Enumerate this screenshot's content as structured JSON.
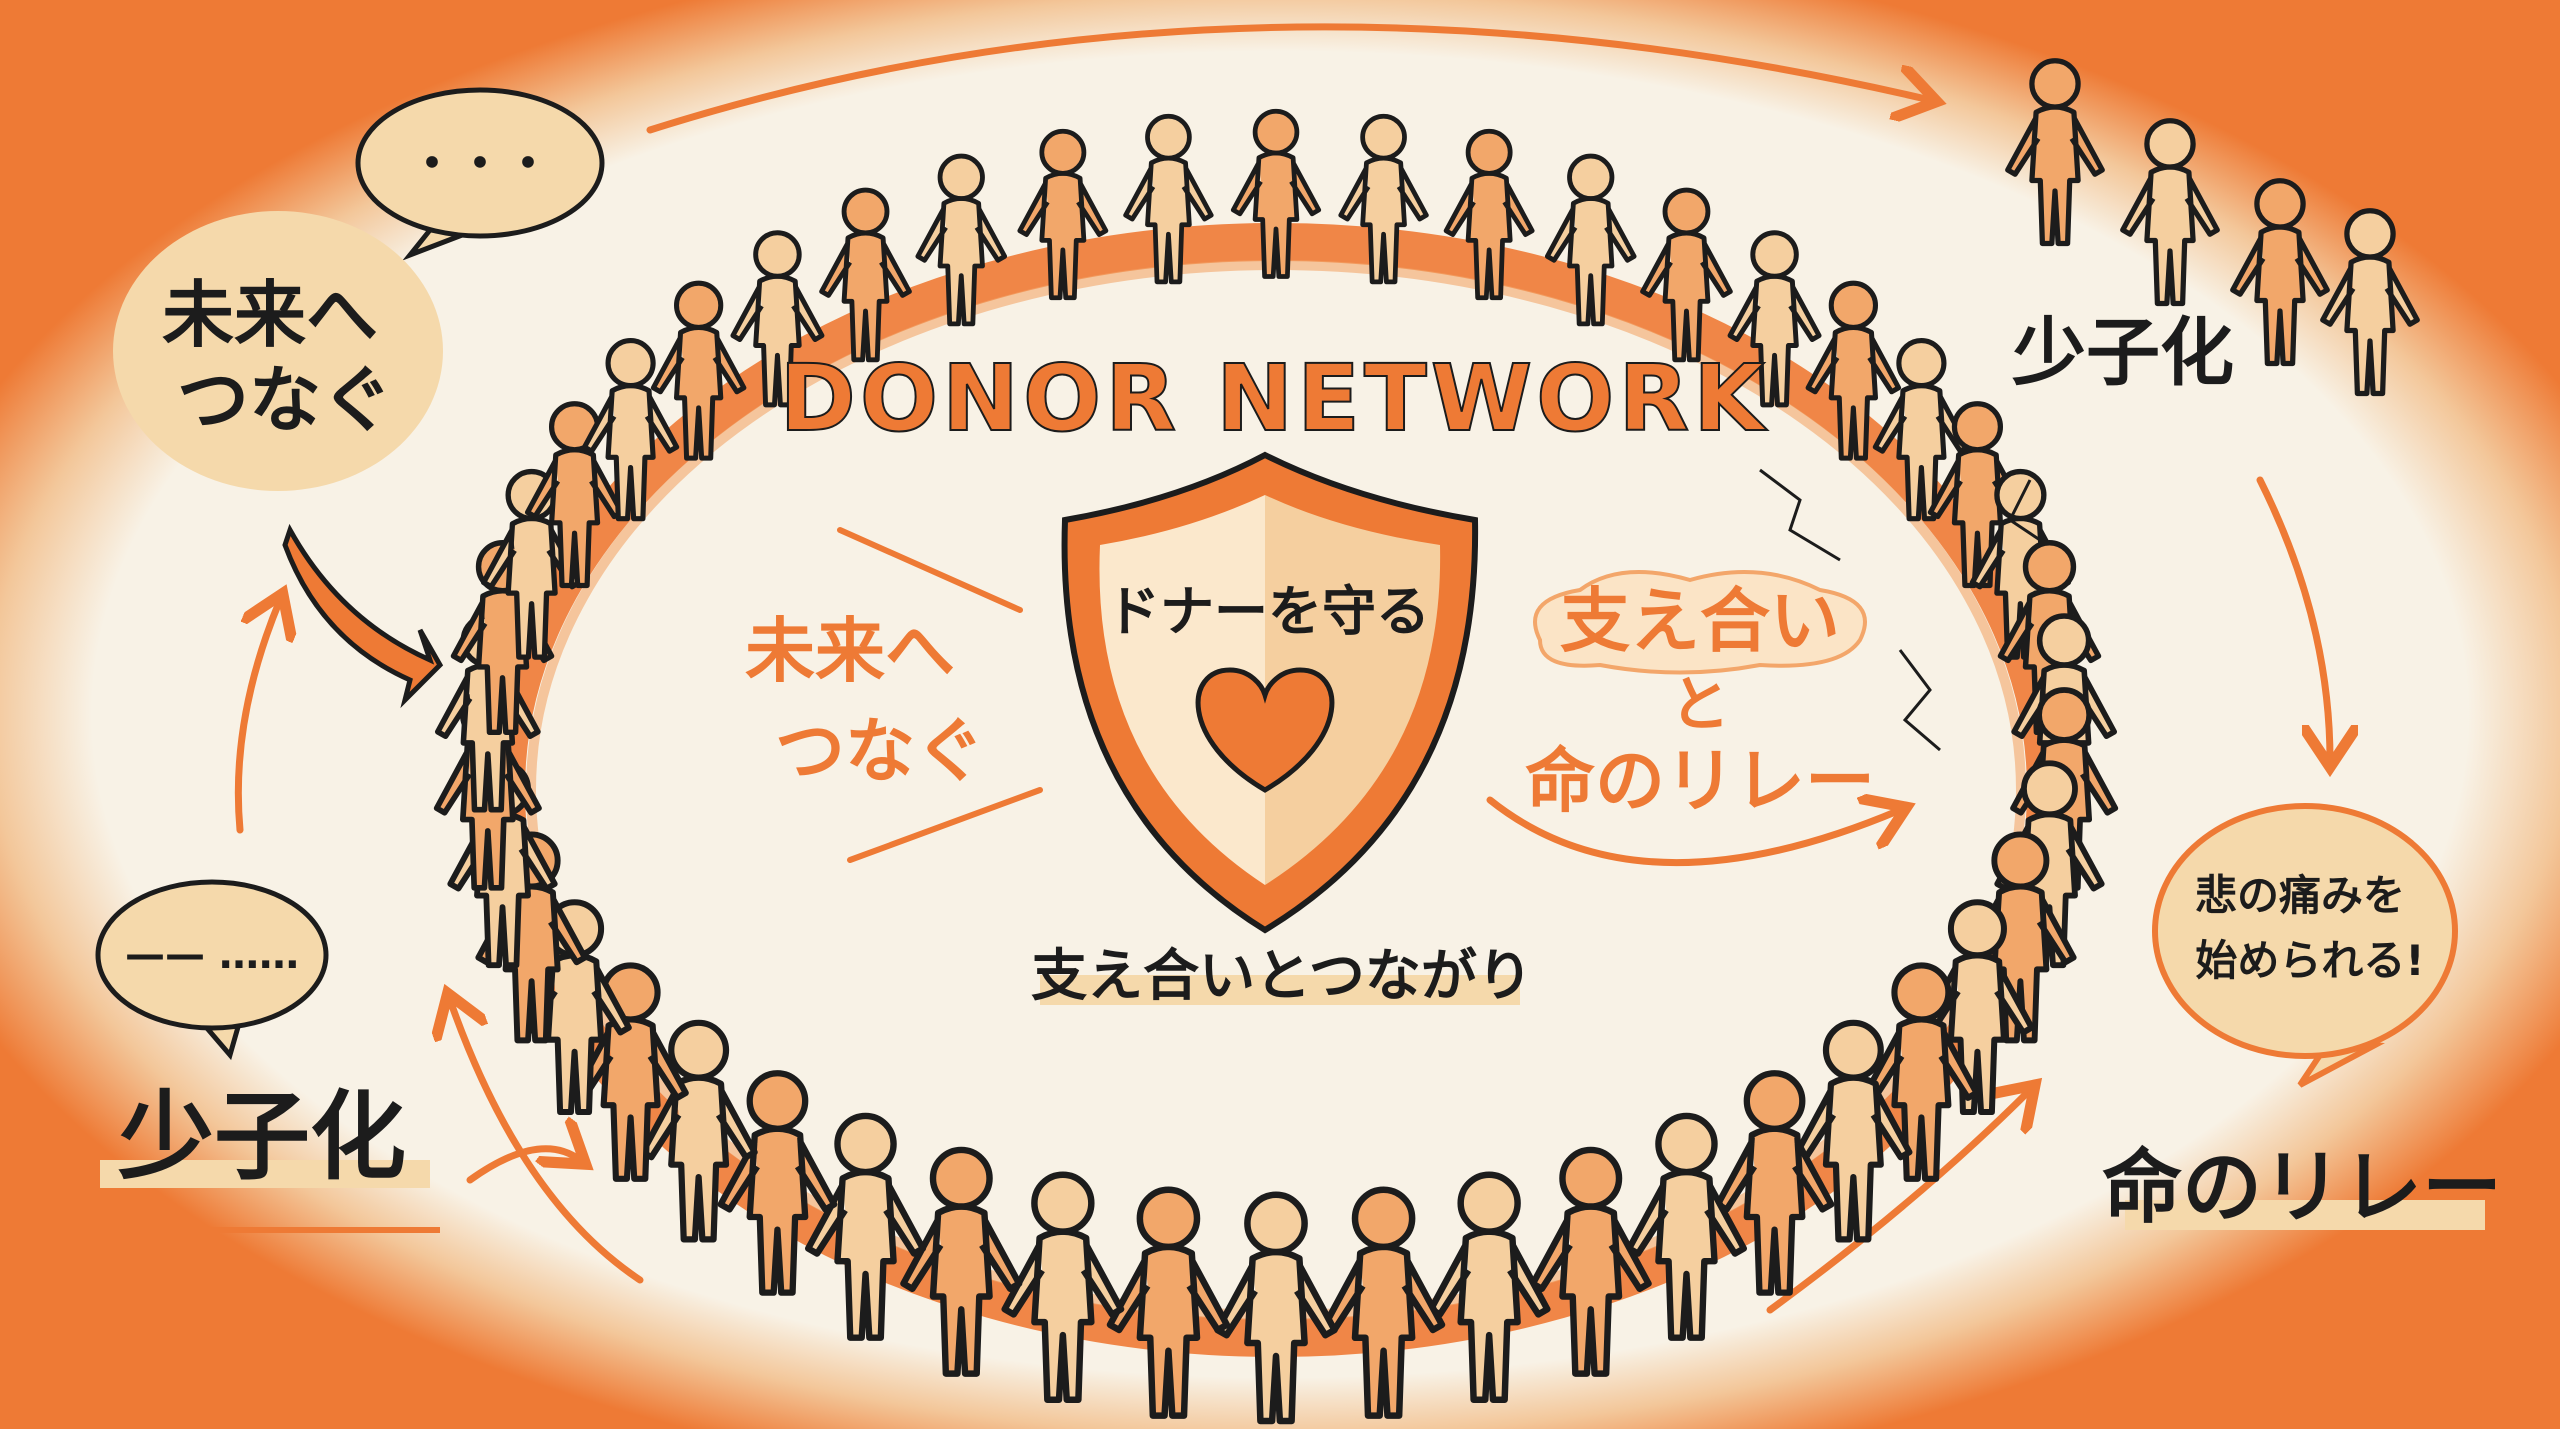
{
  "title": "DONOR NETWORK",
  "shield": {
    "label": "ドナーを守る",
    "icon": "heart-icon"
  },
  "center_caption": "支え合いとつながり",
  "inner_left": {
    "line1": "未来へ",
    "line2": "つなぐ"
  },
  "inner_right": {
    "line1": "支え合い",
    "line2": "と",
    "line3": "命のリレー"
  },
  "left_panel": {
    "bubble_dots": "・・・",
    "bubble_main": {
      "line1": "未来へ",
      "line2": "つなぐ"
    },
    "bubble_lines": "—— ……",
    "label": "少子化"
  },
  "right_panel": {
    "label_top": "少子化",
    "bubble": {
      "line1": "悲の痛みを",
      "line2": "始められる!"
    },
    "label_bottom": "命のリレー"
  },
  "colors": {
    "background": "#f8f2e6",
    "accent": "#ee7a35",
    "figure_dark": "#f2a76a",
    "figure_light": "#f5cf9f",
    "bubble_fill": "#f5d9ab",
    "ink": "#1c1c1c"
  }
}
